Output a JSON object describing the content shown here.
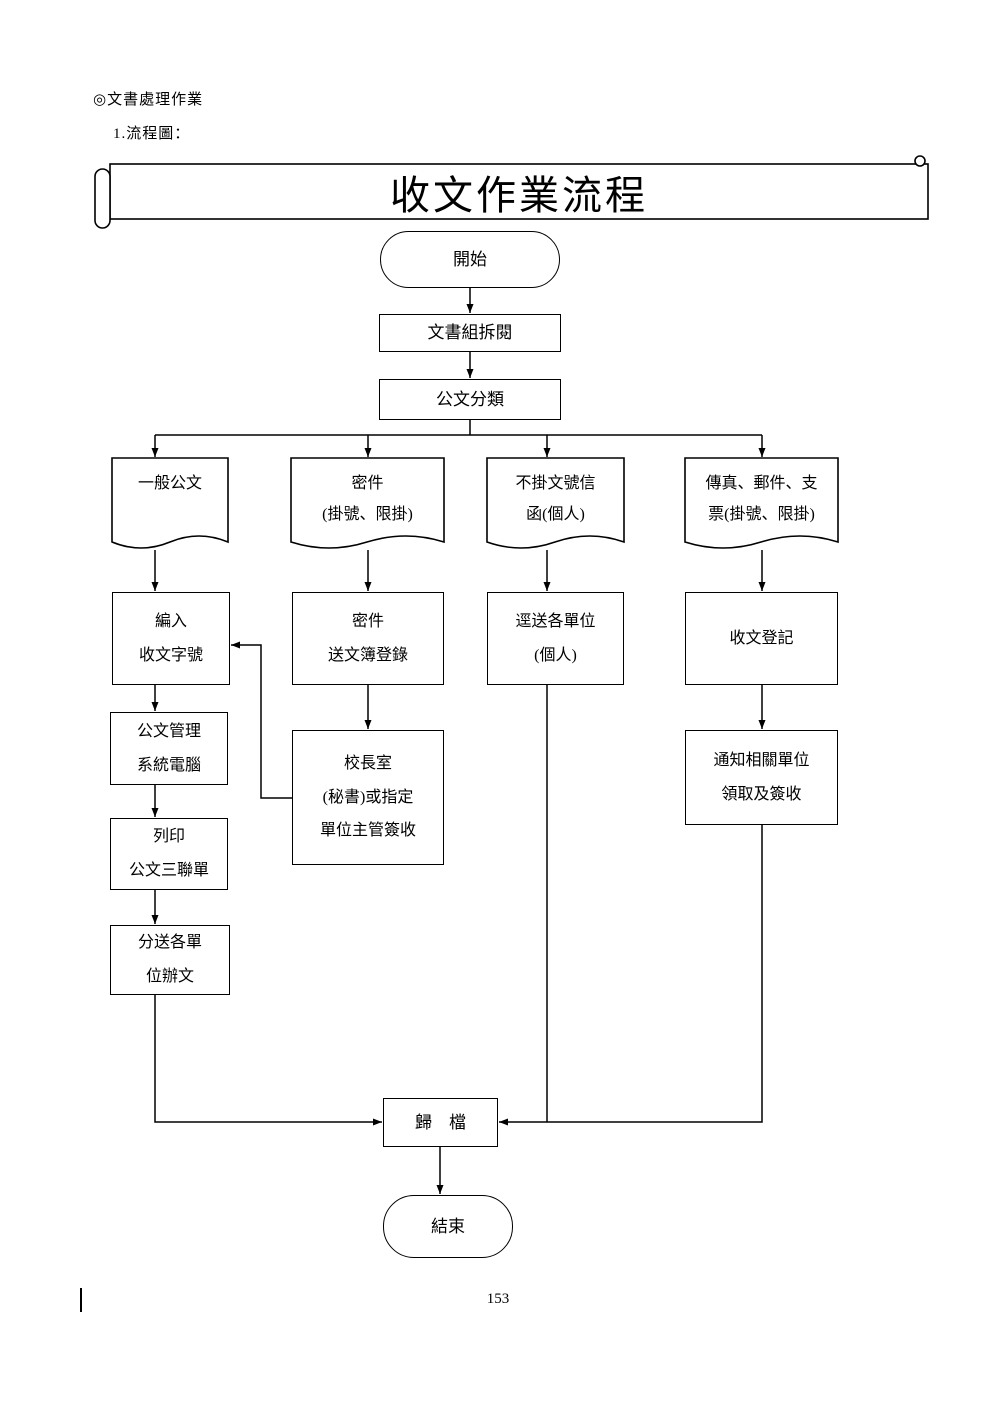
{
  "page": {
    "heading": "◎文書處理作業",
    "subheading": "1.流程圖：",
    "banner_title": "收文作業流程",
    "page_number": "153"
  },
  "nodes": {
    "start": "開始",
    "open_read": "文書組拆閱",
    "classify": "公文分類",
    "doc_general": "一般公文",
    "doc_confidential": "密件\n(掛號、限掛)",
    "doc_personal_letter": "不掛文號信\n函(個人)",
    "doc_fax_mail": "傳真、郵件、支\n票(掛號、限掛)",
    "assign_number": "編入\n收文字號",
    "doc_system": "公文管理\n系統電腦",
    "print_triplicate": "列印\n公文三聯單",
    "distribute_units": "分送各單\n位辦文",
    "confidential_logbook": "密件\n送文簿登錄",
    "principal_sign": "校長室\n(秘書)或指定\n單位主管簽收",
    "direct_to_units": "逕送各單位\n(個人)",
    "receipt_registration": "收文登記",
    "notify_pickup": "通知相關單位\n領取及簽收",
    "archive": "歸　檔",
    "end": "結束"
  }
}
